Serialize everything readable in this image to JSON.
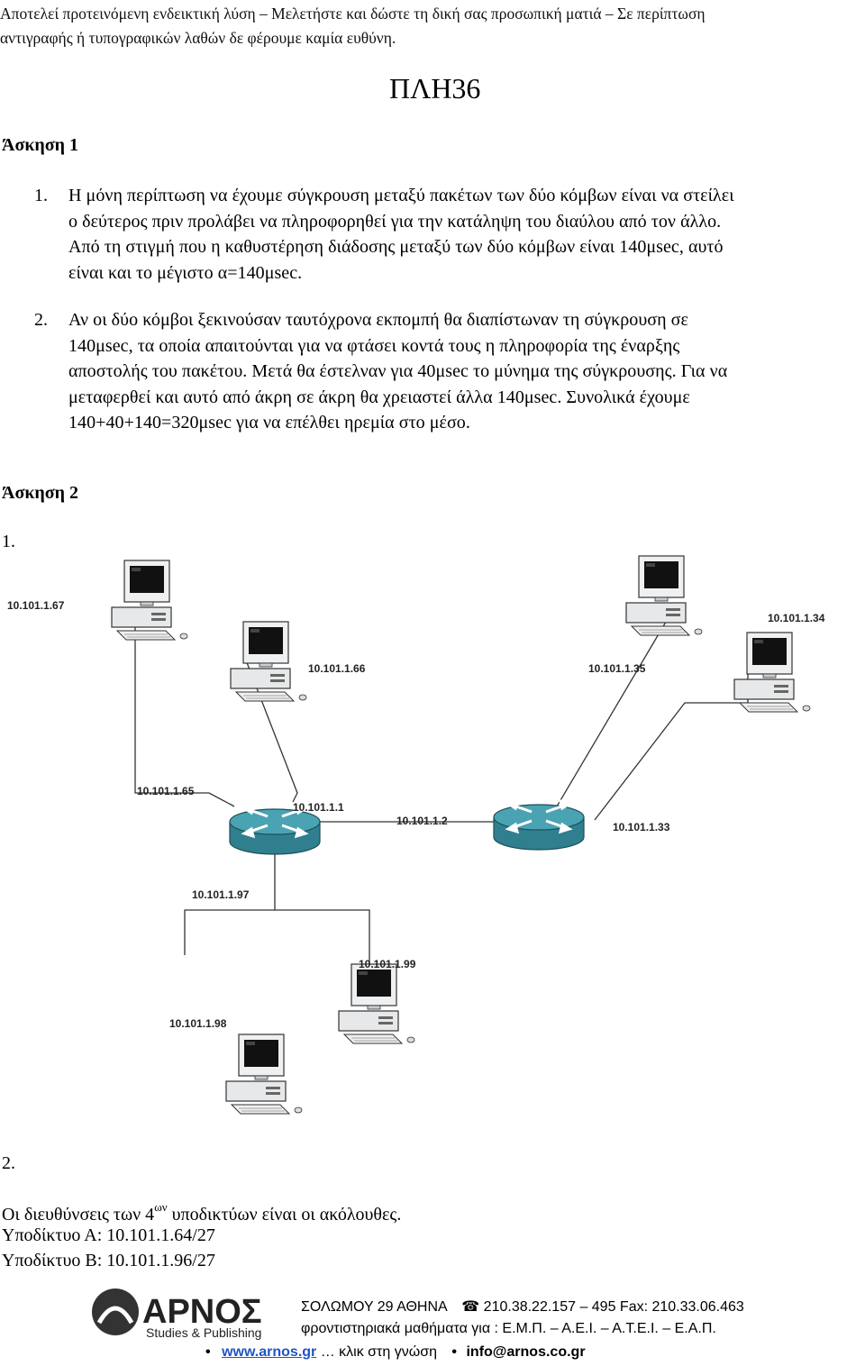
{
  "disclaimer": {
    "line1": "Αποτελεί προτεινόμενη ενδεικτική λύση – Μελετήστε και δώστε τη δική σας προσωπική ματιά – Σε περίπτωση",
    "line2": "αντιγραφής ή τυπογραφικών λαθών δε φέρουμε καμία ευθύνη."
  },
  "course_code": "ΠΛΗ36",
  "exercise1": {
    "title": "Άσκηση 1",
    "items": [
      {
        "num": "1.",
        "lines": [
          "Η μόνη περίπτωση να έχουμε σύγκρουση μεταξύ πακέτων των δύο κόμβων είναι να στείλει",
          "ο δεύτερος πριν προλάβει να πληροφορηθεί για την κατάληψη του διαύλου από τον άλλο.",
          "Από τη στιγμή που η καθυστέρηση διάδοσης μεταξύ των δύο κόμβων είναι 140μsec, αυτό",
          "είναι και το μέγιστο α=140μsec."
        ]
      },
      {
        "num": "2.",
        "lines": [
          "Αν οι δύο κόμβοι ξεκινούσαν ταυτόχρονα εκπομπή θα διαπίστωναν τη σύγκρουση σε",
          "140μsec, τα οποία απαιτούνται για να φτάσει κοντά τους η πληροφορία της έναρξης",
          "αποστολής του πακέτου. Μετά θα έστελναν για 40μsec το μύνημα της σύγκρουσης. Για να",
          "μεταφερθεί και αυτό από άκρη σε άκρη θα χρειαστεί άλλα 140μsec. Συνολικά έχουμε",
          "140+40+140=320μsec για να επέλθει ηρεμία στο μέσο."
        ]
      }
    ]
  },
  "exercise2": {
    "title": "Άσκηση 2",
    "part1_label": "1.",
    "part2_label": "2.",
    "diagram": {
      "labels": [
        "10.101.1.67",
        "10.101.1.66",
        "10.101.1.65",
        "10.101.1.1",
        "10.101.1.2",
        "10.101.1.97",
        "10.101.1.99",
        "10.101.1.98",
        "10.101.1.35",
        "10.101.1.34",
        "10.101.1.33"
      ],
      "icons": [
        "pc-icon",
        "router-icon"
      ]
    },
    "subnets_intro_before": "Οι διευθύνσεις των 4",
    "subnets_intro_sup": "ων",
    "subnets_intro_after": " υποδικτύων είναι οι ακόλουθες.",
    "subnets": [
      "Υποδίκτυο Α: 10.101.1.64/27",
      "Υποδίκτυο Β: 10.101.1.96/27"
    ]
  },
  "footer": {
    "logo_text": "ΑΡΝΟΣ",
    "logo_sub": "Studies & Publishing",
    "address": "ΣΟΛΩΜΟΥ 29 ΑΘΗΝΑ",
    "phone": "210.38.22.157 – 495  Fax: 210.33.06.463",
    "tagline": "φροντιστηριακά μαθήματα  για :  Ε.Μ.Π. – Α.Ε.Ι. – Α.Τ.Ε.Ι. – Ε.Α.Π.",
    "website": "www.arnos.gr",
    "slogan": "… κλικ στη γνώση",
    "email": "info@arnos.co.gr",
    "accent": "#1f56c4"
  }
}
